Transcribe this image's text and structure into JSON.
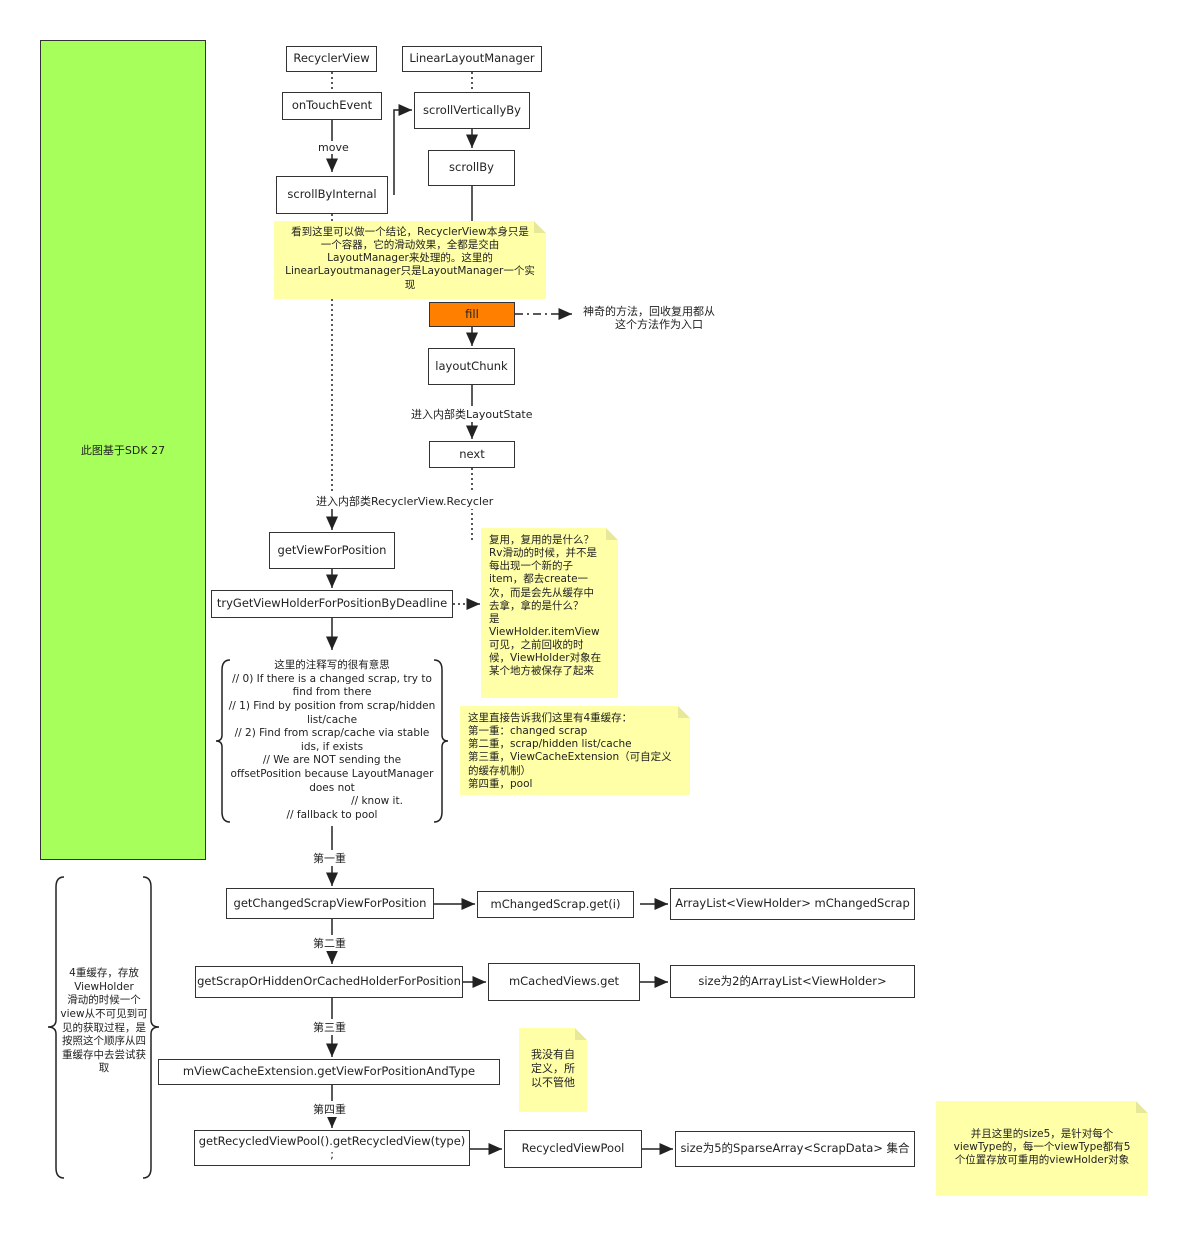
{
  "green_panel": "此图基于SDK 27",
  "boxes": {
    "recyclerview": "RecyclerView",
    "llm": "LinearLayoutManager",
    "ontouch": "onTouchEvent",
    "scrollvert": "scrollVerticallyBy",
    "scrollby": "scrollBy",
    "scrollbyinternal": "scrollByInternal",
    "fill": "fill",
    "layoutchunk": "layoutChunk",
    "next": "next",
    "getview": "getViewForPosition",
    "trygetvh": "tryGetViewHolderForPositionByDeadline",
    "getchanged": "getChangedScrapViewForPosition",
    "mchangedget": "mChangedScrap.get(i)",
    "arraylist_changed": "ArrayList<ViewHolder> mChangedScrap",
    "getscrap": "getScrapOrHiddenOrCachedHolderForPosition",
    "mcachedget": "mCachedViews.get",
    "size2": "size为2的ArrayList<ViewHolder>",
    "viewcacheext": "mViewCacheExtension.getViewForPositionAndType",
    "getrecycled_1": "getRecycledViewPool().getRecycledView(type)",
    "getrecycled_2": ";",
    "recycledpool": "RecycledViewPool",
    "size5": "size为5的SparseArray<ScrapData> 集合"
  },
  "labels": {
    "move": "move",
    "inner_layoutstate": "进入内部类LayoutState",
    "inner_recycler": "进入内部类RecyclerView.Recycler",
    "fill_note_1": "神奇的方法，回收复用都从",
    "fill_note_2": "这个方法作为入口",
    "level1": "第一重",
    "level2": "第二重",
    "level3": "第三重",
    "level4": "第四重"
  },
  "notes": {
    "conclusion": [
      "看到这里可以做一个结论，RecyclerView本身只是",
      "一个容器，它的滑动效果，全都是交由",
      "LayoutManager来处理的。这里的",
      "LinearLayoutmanager只是LayoutManager一个实",
      "现"
    ],
    "reuse": [
      "复用，复用的是什么？",
      "Rv滑动的时候，并不是",
      "每出现一个新的子",
      "item，都去create一",
      "次，而是会先从缓存中",
      "去拿，拿的是什么？",
      "是",
      "ViewHolder.itemView",
      "可见，之前回收的时",
      "候，ViewHolder对象在",
      "某个地方被保存了起来"
    ],
    "four_caches": [
      "这里直接告诉我们这里有4重缓存：",
      "第一重：changed scrap",
      "第二重，scrap/hidden list/cache",
      "第三重，ViewCacheExtension（可自定义",
      "的缓存机制）",
      "第四重，pool"
    ],
    "not_custom": [
      "我没有自",
      "定义，所",
      "以不管他"
    ],
    "size5_note": [
      "并且这里的size5，是针对每个",
      "viewType的，每一个viewType都有5",
      "个位置存放可重用的viewHolder对象"
    ]
  },
  "comment_brace": [
    "这里的注释写的很有意思",
    "// 0) If there is a changed scrap, try to",
    "find from there",
    "// 1) Find by position from scrap/hidden",
    "list/cache",
    "// 2) Find from scrap/cache via stable",
    "ids, if exists",
    "// We are NOT sending the",
    "offsetPosition because LayoutManager",
    "does not",
    "// know it.",
    "// fallback to pool"
  ],
  "left_brace": [
    "4重缓存，存放",
    "ViewHolder",
    "滑动的时候一个",
    "view从不可见到可",
    "见的获取过程，是",
    "按照这个顺序从四",
    "重缓存中去尝试获",
    "取"
  ]
}
